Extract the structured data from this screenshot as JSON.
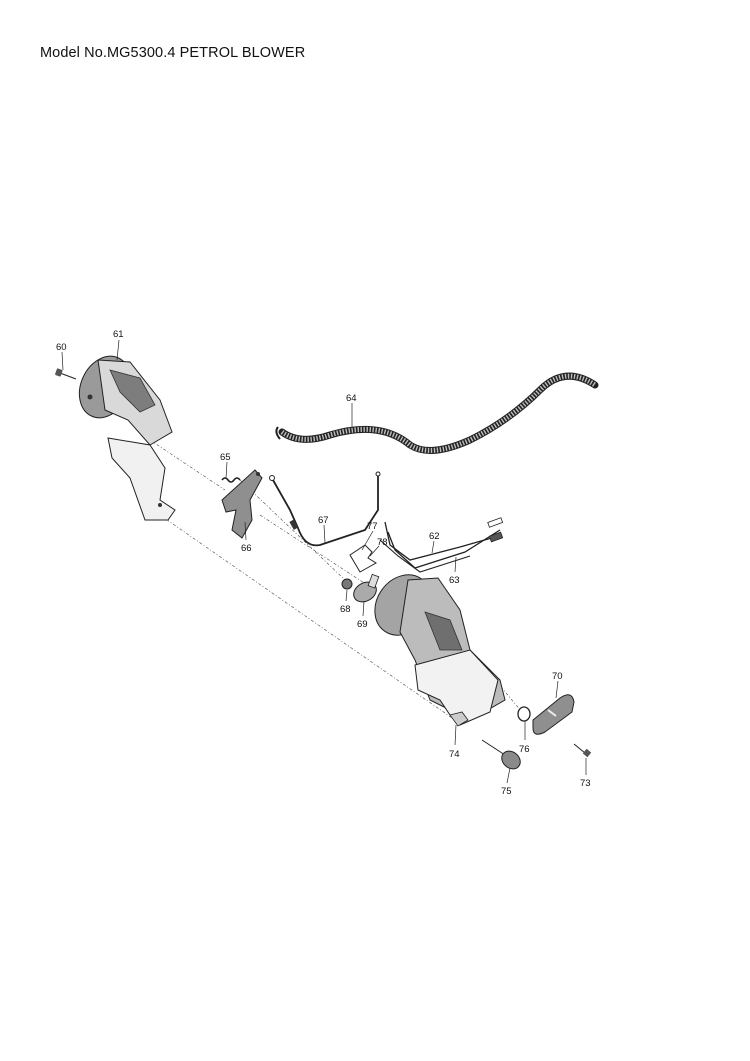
{
  "header": {
    "title": "Model No.MG5300.4 PETROL BLOWER"
  },
  "parts": {
    "p60": "60",
    "p61": "61",
    "p62": "62",
    "p63": "63",
    "p64": "64",
    "p65": "65",
    "p66": "66",
    "p67": "67",
    "p68": "68",
    "p69": "69",
    "p70": "70",
    "p73": "73",
    "p74": "74",
    "p75": "75",
    "p76": "76",
    "p77": "77",
    "p78": "78"
  }
}
